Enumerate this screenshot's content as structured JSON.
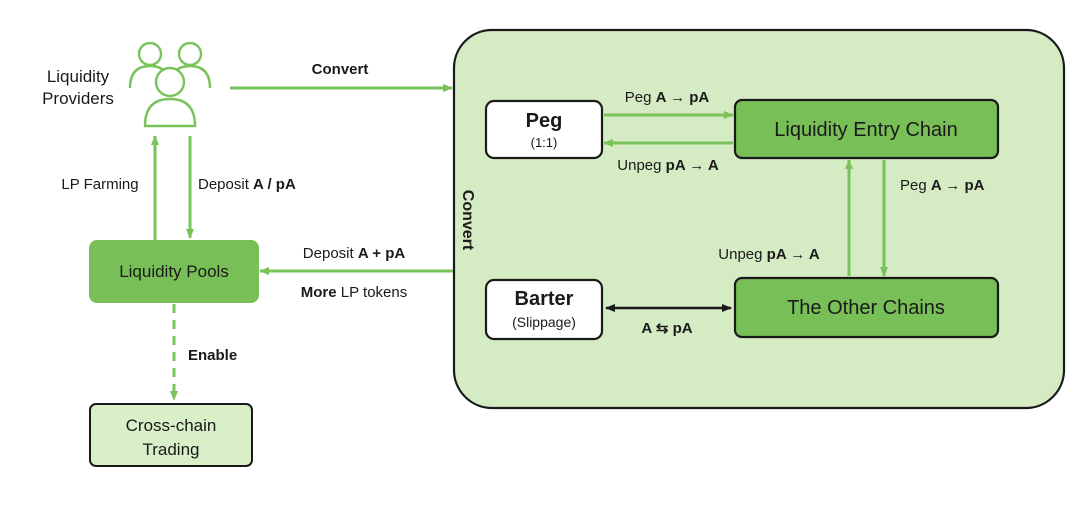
{
  "colors": {
    "panel_fill": "#d5ebc4",
    "panel_stroke": "#1a1a1a",
    "box_dark_green": "#78bf57",
    "box_light_green": "#d8efc8",
    "box_white_fill": "#ffffff",
    "arrow_green": "#7ac25a",
    "arrow_black": "#1a1a1a"
  },
  "nodes": {
    "providers_line1": "Liquidity",
    "providers_line2": "Providers",
    "providers_icon": "users-icon",
    "pools": "Liquidity Pools",
    "trading_line1": "Cross-chain",
    "trading_line2": "Trading",
    "peg_title": "Peg",
    "peg_sub": "(1:1)",
    "entry_chain": "Liquidity Entry Chain",
    "barter_title": "Barter",
    "barter_sub": "(Slippage)",
    "other_chains": "The Other Chains"
  },
  "edges": {
    "convert_top": "Convert",
    "convert_vertical": "Convert",
    "lp_farming": "LP Farming",
    "deposit_a_pa_prefix": "Deposit ",
    "deposit_a_pa_bold": "A / pA",
    "deposit_a_plus_pa_prefix": "Deposit ",
    "deposit_a_plus_pa_bold": "A + pA",
    "more_lp_bold": "More",
    "more_lp_rest": " LP tokens",
    "enable": "Enable",
    "peg_top_prefix": "Peg ",
    "peg_top_bold": "A → pA",
    "unpeg_left_prefix": "Unpeg ",
    "unpeg_left_bold": "pA → A",
    "peg_right_prefix": "Peg ",
    "peg_right_bold": "A → pA",
    "unpeg_mid_prefix": "Unpeg ",
    "unpeg_mid_bold": "pA → A",
    "barter_swap": "A ⇆ pA"
  }
}
